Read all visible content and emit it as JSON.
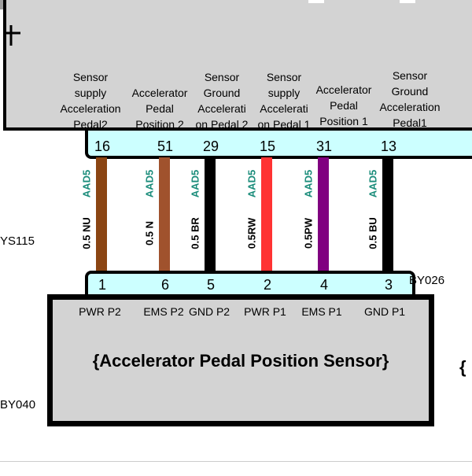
{
  "ecu": {
    "pins": [
      {
        "label": "Sensor\nsupply\nAcceleration\nPedal2",
        "number": "16"
      },
      {
        "label": "Accelerator\nPedal\nPosition 2",
        "number": "51"
      },
      {
        "label": "Sensor\nGround\nAccelerati\non Pedal 2",
        "number": "29"
      },
      {
        "label": "Sensor\nsupply\nAccelerati\non Pedal 1",
        "number": "15"
      },
      {
        "label": "Accelerator\nPedal\nPosition 1",
        "number": "31"
      },
      {
        "label": "Sensor\nGround\nAcceleration\nPedal1",
        "number": "13"
      }
    ]
  },
  "wires": [
    {
      "code": "AAD5",
      "spec": "0.5 NU",
      "color": "#8b4513"
    },
    {
      "code": "AAD5",
      "spec": "0.5 N",
      "color": "#a0522d"
    },
    {
      "code": "AAD5",
      "spec": "0.5 BR",
      "color": "#000000"
    },
    {
      "code": "AAD5",
      "spec": "0.5RW",
      "color": "#ff3333"
    },
    {
      "code": "AAD5",
      "spec": "0.5PW",
      "color": "#800080"
    },
    {
      "code": "AAD5",
      "spec": "0.5 BU",
      "color": "#000000"
    }
  ],
  "harness_label": "YS115",
  "sensor_connector": {
    "id": "BY026",
    "pins": [
      "1",
      "6",
      "5",
      "2",
      "4",
      "3"
    ]
  },
  "sensor": {
    "pin_labels": [
      "PWR P2",
      "EMS P2",
      "GND P2",
      "PWR P1",
      "EMS P1",
      "GND P1"
    ],
    "title": "{Accelerator Pedal Position Sensor}",
    "id": "BY040"
  },
  "edge_glyph": "{"
}
